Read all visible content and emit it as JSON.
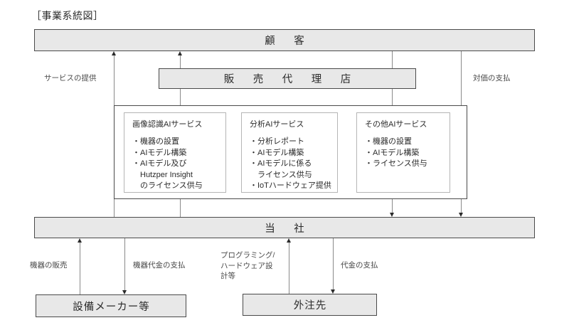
{
  "title": "［事業系統図］",
  "nodes": {
    "customer": "顧　客",
    "sales_agency": "販　売　代　理　店",
    "company": "当　社",
    "equipment_maker": "設備メーカー等",
    "outsourcer": "外注先"
  },
  "services": [
    {
      "name": "画像認識AIサービス",
      "items": [
        "・機器の設置",
        "・AIモデル構築",
        "・AIモデル及び",
        "　Hutzper Insight",
        "　のライセンス供与"
      ]
    },
    {
      "name": "分析AIサービス",
      "items": [
        "・分析レポート",
        "・AIモデル構築",
        "・AIモデルに係る",
        "　ライセンス供与",
        "・IoTハードウェア提供"
      ]
    },
    {
      "name": "その他AIサービス",
      "items": [
        "・機器の設置",
        "・AIモデル構築",
        "・ライセンス供与"
      ]
    }
  ],
  "flow_labels": {
    "service_provision": "サービスの提供",
    "consideration_payment": "対価の支払",
    "equipment_sale": "機器の販売",
    "equipment_payment": "機器代金の支払",
    "programming_hardware": "プログラミング/\nハードウェア設\n計等",
    "price_payment": "代金の支払"
  },
  "colors": {
    "box_fill": "#e8e8e8",
    "box_border": "#4a4a4a",
    "card_border": "#b5b5b5",
    "line": "#8a8a8a",
    "text": "#2b2b2b"
  }
}
